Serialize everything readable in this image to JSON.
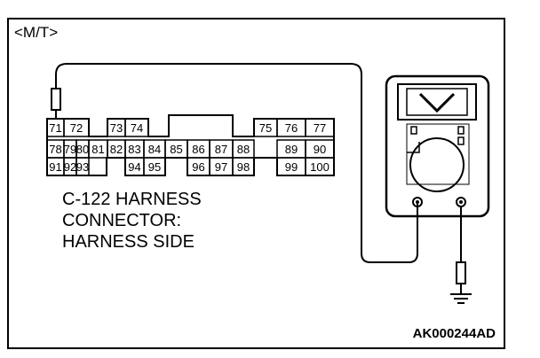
{
  "variant_label": "<M/T>",
  "connector": {
    "label_lines": [
      "C-122 HARNESS",
      "CONNECTOR:",
      "HARNESS SIDE"
    ],
    "rows": [
      [
        "71",
        "72",
        "73",
        "74",
        "75",
        "76",
        "77"
      ],
      [
        "78",
        "79",
        "80",
        "81",
        "82",
        "83",
        "84",
        "85",
        "86",
        "87",
        "88",
        "89",
        "90"
      ],
      [
        "91",
        "92",
        "93",
        "94",
        "95",
        "96",
        "97",
        "98",
        "99",
        "100"
      ]
    ],
    "probed_pin": "71"
  },
  "meter": {
    "display_symbol": "V"
  },
  "ground_symbol": "ground-icon",
  "reference_code": "AK000244AD"
}
